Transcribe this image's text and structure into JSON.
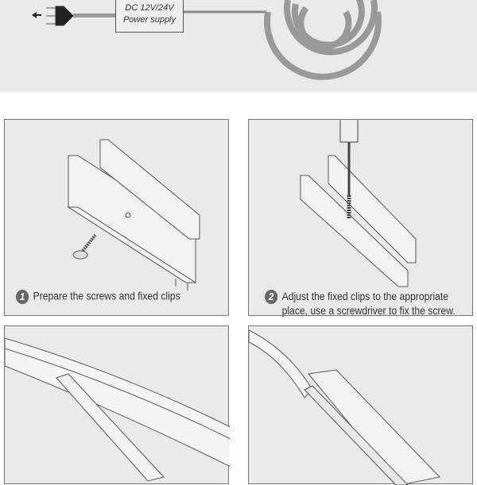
{
  "power_supply": {
    "line1": "DC 12V/24V",
    "line2": "Power supply"
  },
  "steps": [
    {
      "number": "1",
      "text": "Prepare the screws and fixed clips"
    },
    {
      "number": "2",
      "text_line1": "Adjust the fixed clips to the appropriate",
      "text_line2": "place, use a screwdriver to fix the screw."
    }
  ]
}
